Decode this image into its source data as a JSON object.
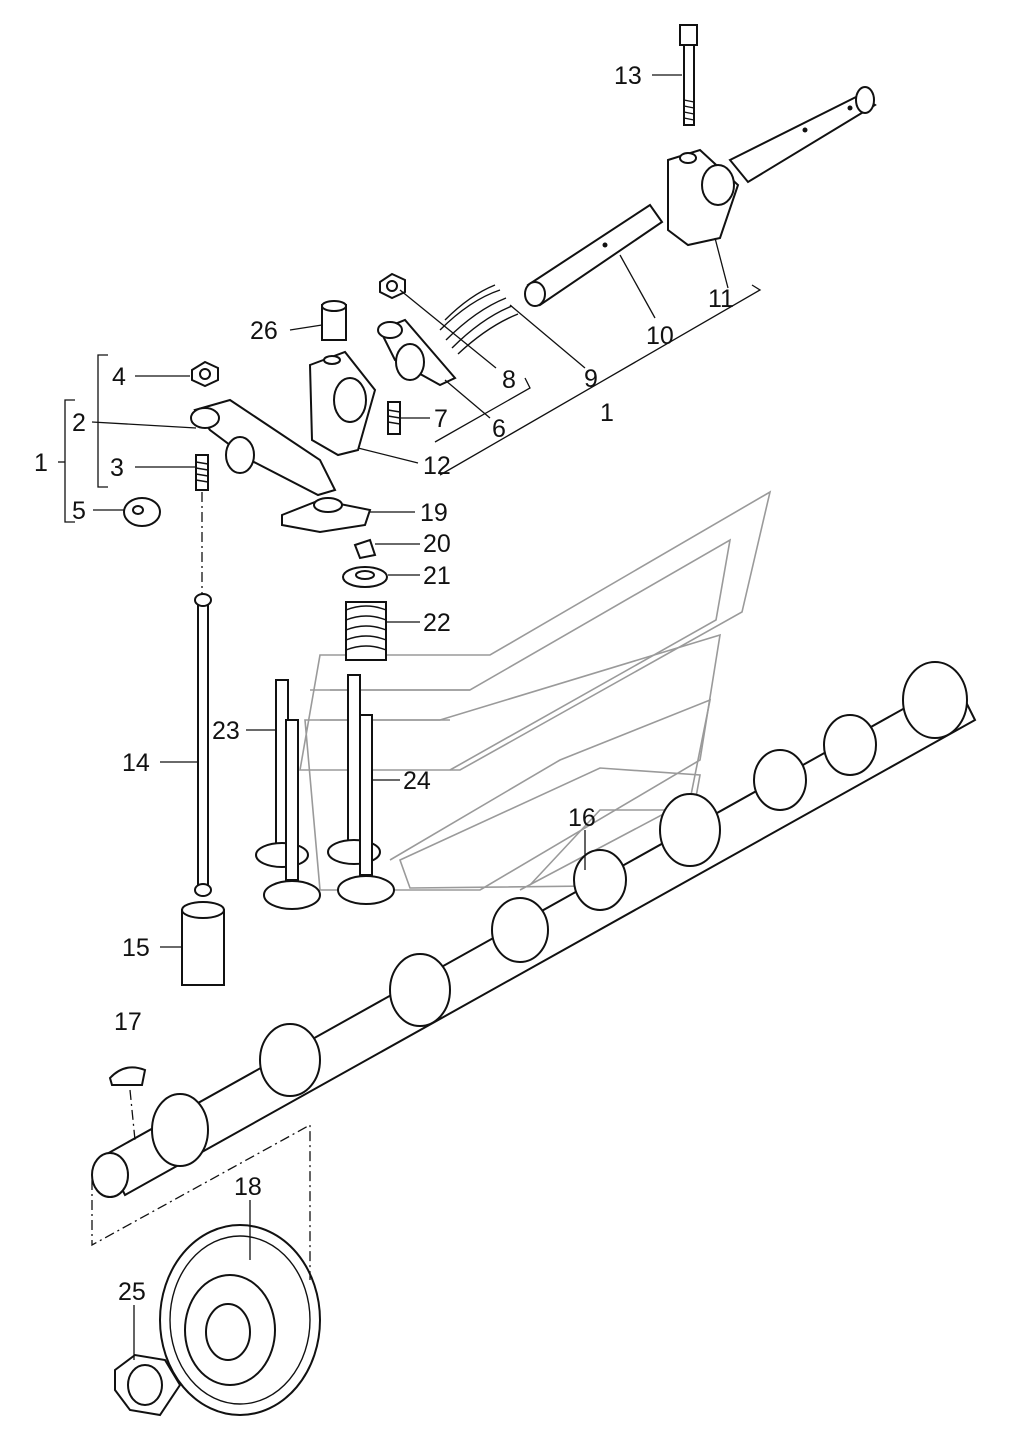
{
  "diagram": {
    "callouts": [
      {
        "id": "c1-left",
        "text": "1"
      },
      {
        "id": "c2",
        "text": "2"
      },
      {
        "id": "c3",
        "text": "3"
      },
      {
        "id": "c4",
        "text": "4"
      },
      {
        "id": "c5",
        "text": "5"
      },
      {
        "id": "c6",
        "text": "6"
      },
      {
        "id": "c7",
        "text": "7"
      },
      {
        "id": "c8",
        "text": "8"
      },
      {
        "id": "c9",
        "text": "9"
      },
      {
        "id": "c10",
        "text": "10"
      },
      {
        "id": "c11",
        "text": "11"
      },
      {
        "id": "c1-right",
        "text": "1"
      },
      {
        "id": "c12",
        "text": "12"
      },
      {
        "id": "c13",
        "text": "13"
      },
      {
        "id": "c14",
        "text": "14"
      },
      {
        "id": "c15",
        "text": "15"
      },
      {
        "id": "c16",
        "text": "16"
      },
      {
        "id": "c17",
        "text": "17"
      },
      {
        "id": "c18",
        "text": "18"
      },
      {
        "id": "c19",
        "text": "19"
      },
      {
        "id": "c20",
        "text": "20"
      },
      {
        "id": "c21",
        "text": "21"
      },
      {
        "id": "c22",
        "text": "22"
      },
      {
        "id": "c23",
        "text": "23"
      },
      {
        "id": "c24",
        "text": "24"
      },
      {
        "id": "c25",
        "text": "25"
      },
      {
        "id": "c26",
        "text": "26"
      }
    ]
  }
}
